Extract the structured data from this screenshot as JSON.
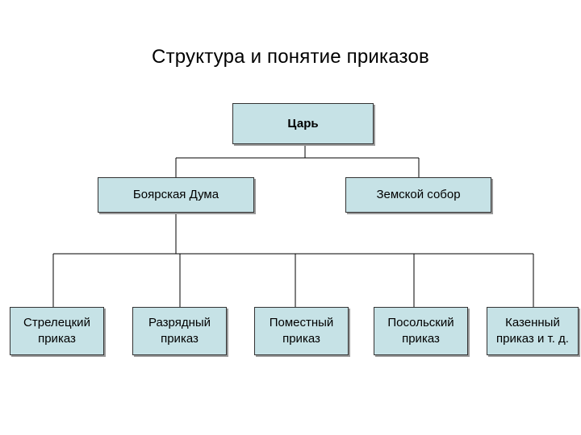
{
  "title": "Структура и понятие приказов",
  "colors": {
    "node_fill": "#c6e2e6",
    "node_border": "#333333",
    "connector": "#000000"
  },
  "root": {
    "label": "Царь"
  },
  "level2": [
    {
      "label": "Боярская Дума"
    },
    {
      "label": "Земской собор"
    }
  ],
  "level3": [
    {
      "label": "Стрелецкий приказ"
    },
    {
      "label": "Разрядный приказ"
    },
    {
      "label": "Поместный приказ"
    },
    {
      "label": "Посольский приказ"
    },
    {
      "label": "Казенный приказ и т. д."
    }
  ]
}
